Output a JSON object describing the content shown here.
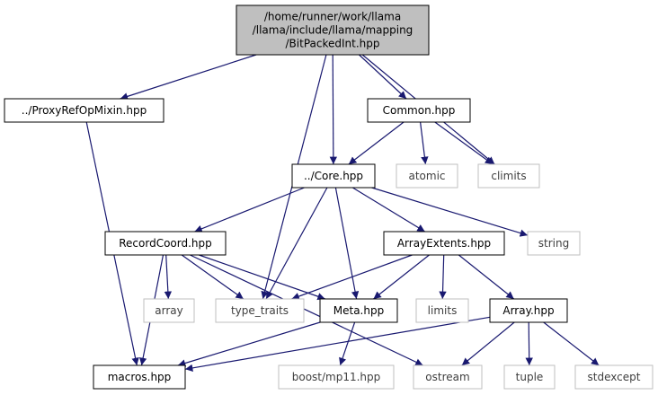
{
  "colors": {
    "edge": "#191970",
    "root_fill": "#bfbfbf",
    "node_border": "#000000",
    "std_border": "#bfbfbf",
    "std_text": "#3f3f3f"
  },
  "nodes": [
    {
      "id": "root",
      "lines": [
        "/home/runner/work/llama",
        "/llama/include/llama/mapping",
        "/BitPackedInt.hpp"
      ],
      "kind": "root"
    },
    {
      "id": "proxy",
      "lines": [
        "../ProxyRefOpMixin.hpp"
      ],
      "kind": "file"
    },
    {
      "id": "common",
      "lines": [
        "Common.hpp"
      ],
      "kind": "file"
    },
    {
      "id": "core",
      "lines": [
        "../Core.hpp"
      ],
      "kind": "file"
    },
    {
      "id": "atomic",
      "lines": [
        "atomic"
      ],
      "kind": "std"
    },
    {
      "id": "climits",
      "lines": [
        "climits"
      ],
      "kind": "std"
    },
    {
      "id": "recordcoord",
      "lines": [
        "RecordCoord.hpp"
      ],
      "kind": "file"
    },
    {
      "id": "arrayextents",
      "lines": [
        "ArrayExtents.hpp"
      ],
      "kind": "file"
    },
    {
      "id": "string",
      "lines": [
        "string"
      ],
      "kind": "std"
    },
    {
      "id": "array",
      "lines": [
        "array"
      ],
      "kind": "std"
    },
    {
      "id": "type_traits",
      "lines": [
        "type_traits"
      ],
      "kind": "std"
    },
    {
      "id": "meta",
      "lines": [
        "Meta.hpp"
      ],
      "kind": "file"
    },
    {
      "id": "limits",
      "lines": [
        "limits"
      ],
      "kind": "std"
    },
    {
      "id": "arrayhpp",
      "lines": [
        "Array.hpp"
      ],
      "kind": "file"
    },
    {
      "id": "macros",
      "lines": [
        "macros.hpp"
      ],
      "kind": "file"
    },
    {
      "id": "mp11",
      "lines": [
        "boost/mp11.hpp"
      ],
      "kind": "std"
    },
    {
      "id": "ostream",
      "lines": [
        "ostream"
      ],
      "kind": "std"
    },
    {
      "id": "tuple",
      "lines": [
        "tuple"
      ],
      "kind": "std"
    },
    {
      "id": "stdexcept",
      "lines": [
        "stdexcept"
      ],
      "kind": "std"
    }
  ],
  "edges": [
    {
      "from": "root",
      "to": "proxy"
    },
    {
      "from": "root",
      "to": "common"
    },
    {
      "from": "root",
      "to": "core"
    },
    {
      "from": "root",
      "to": "climits"
    },
    {
      "from": "root",
      "to": "type_traits"
    },
    {
      "from": "proxy",
      "to": "macros"
    },
    {
      "from": "common",
      "to": "core"
    },
    {
      "from": "common",
      "to": "atomic"
    },
    {
      "from": "common",
      "to": "climits"
    },
    {
      "from": "core",
      "to": "recordcoord"
    },
    {
      "from": "core",
      "to": "arrayextents"
    },
    {
      "from": "core",
      "to": "string"
    },
    {
      "from": "core",
      "to": "type_traits"
    },
    {
      "from": "core",
      "to": "meta"
    },
    {
      "from": "recordcoord",
      "to": "array"
    },
    {
      "from": "recordcoord",
      "to": "type_traits"
    },
    {
      "from": "recordcoord",
      "to": "meta"
    },
    {
      "from": "recordcoord",
      "to": "macros"
    },
    {
      "from": "recordcoord",
      "to": "ostream"
    },
    {
      "from": "arrayextents",
      "to": "type_traits"
    },
    {
      "from": "arrayextents",
      "to": "meta"
    },
    {
      "from": "arrayextents",
      "to": "limits"
    },
    {
      "from": "arrayextents",
      "to": "arrayhpp"
    },
    {
      "from": "meta",
      "to": "macros"
    },
    {
      "from": "meta",
      "to": "mp11"
    },
    {
      "from": "arrayhpp",
      "to": "macros"
    },
    {
      "from": "arrayhpp",
      "to": "ostream"
    },
    {
      "from": "arrayhpp",
      "to": "tuple"
    },
    {
      "from": "arrayhpp",
      "to": "stdexcept"
    }
  ]
}
